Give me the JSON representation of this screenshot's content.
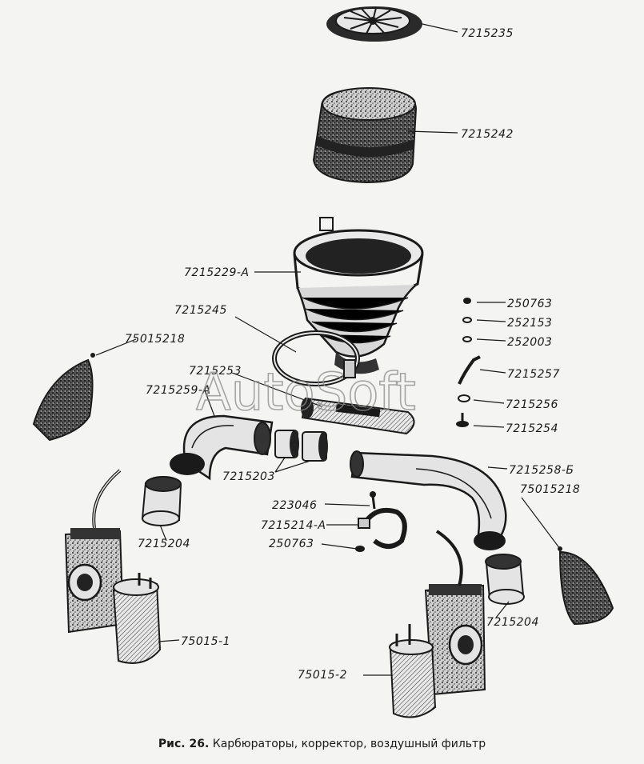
{
  "watermark": "AutoSoft",
  "caption": {
    "number": "Рис. 26.",
    "text": "Карбюраторы, корректор, воздушный фильтр"
  },
  "labels": {
    "cap": "7215235",
    "filter_element": "7215242",
    "housing": "7215229-А",
    "clamp_ring": "7215245",
    "cover_left": "75015218",
    "tube": "7215253",
    "elbow_left": "7215259-А",
    "bushings": "7215203",
    "sleeve_left": "7215204",
    "bolt": "223046",
    "clamp": "7215214-А",
    "nut_lower": "250763",
    "carb_left": "75015-1",
    "carb_right": "75015-2",
    "nut_upper": "250763",
    "washer_1": "252153",
    "washer_2": "252003",
    "bracket": "7215257",
    "washer_3": "7215256",
    "screw": "7215254",
    "elbow_right": "7215258-Б",
    "cover_right": "75015218",
    "sleeve_right": "7215204"
  }
}
